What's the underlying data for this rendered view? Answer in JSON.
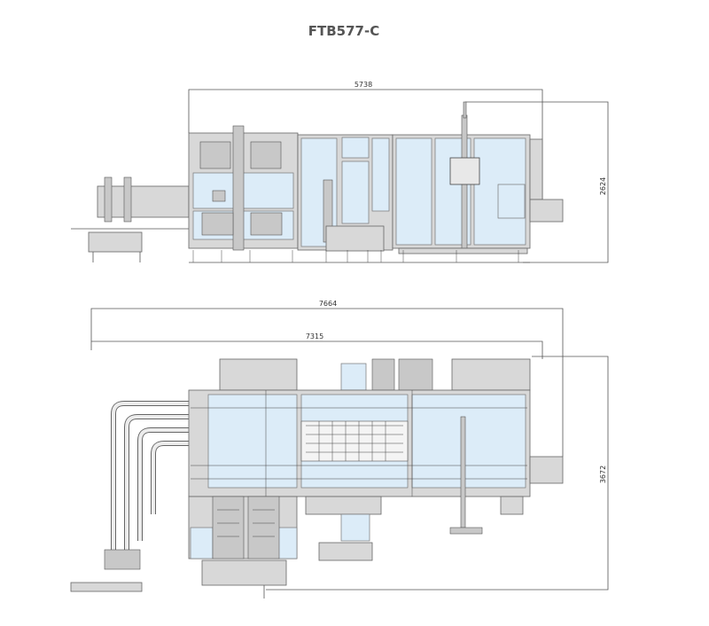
{
  "title": "FTB577-C",
  "side_view": {
    "dim_length": "5738",
    "dim_height": "2624"
  },
  "top_view": {
    "dim_overall_length": "7664",
    "dim_length": "7315",
    "dim_width": "3672"
  },
  "colors": {
    "panel_glass": "#dcecf8",
    "frame": "#d8d8d8",
    "line": "#555555"
  }
}
